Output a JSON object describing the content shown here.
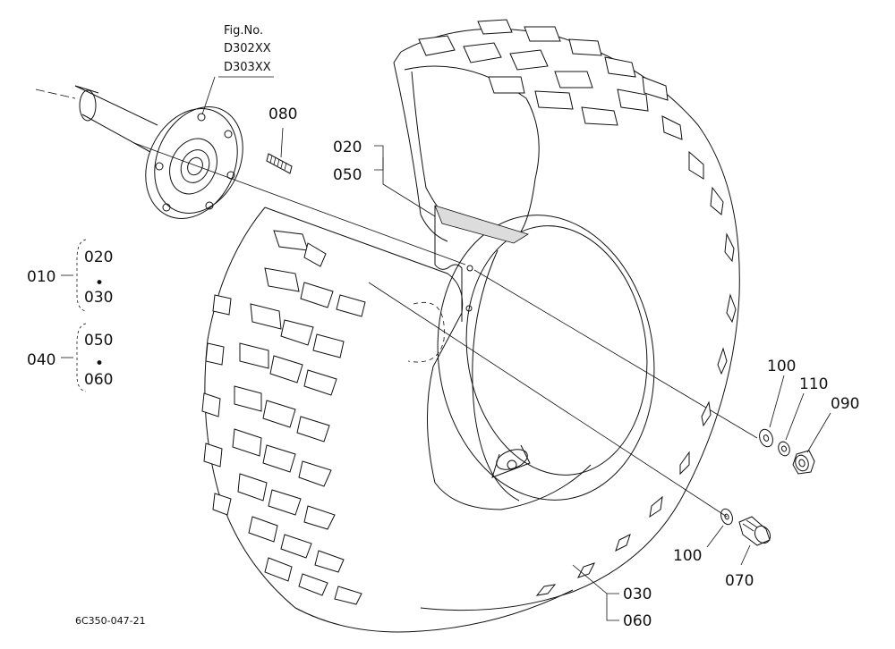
{
  "figure": {
    "fig_no_label": "Fig.No.",
    "fig_refs": [
      "D302XX",
      "D303XX"
    ],
    "drawing_code": "6C350-047-21"
  },
  "callouts": {
    "p080": "080",
    "p020_top": "020",
    "p050_top": "050",
    "p010": "010",
    "p020_group": "020",
    "p030_group": "030",
    "p040": "040",
    "p050_group": "050",
    "p060_group": "060",
    "p100_upper": "100",
    "p110": "110",
    "p090": "090",
    "p100_lower": "100",
    "p070": "070",
    "p030_bottom": "030",
    "p060_bottom": "060",
    "dot": "•"
  }
}
